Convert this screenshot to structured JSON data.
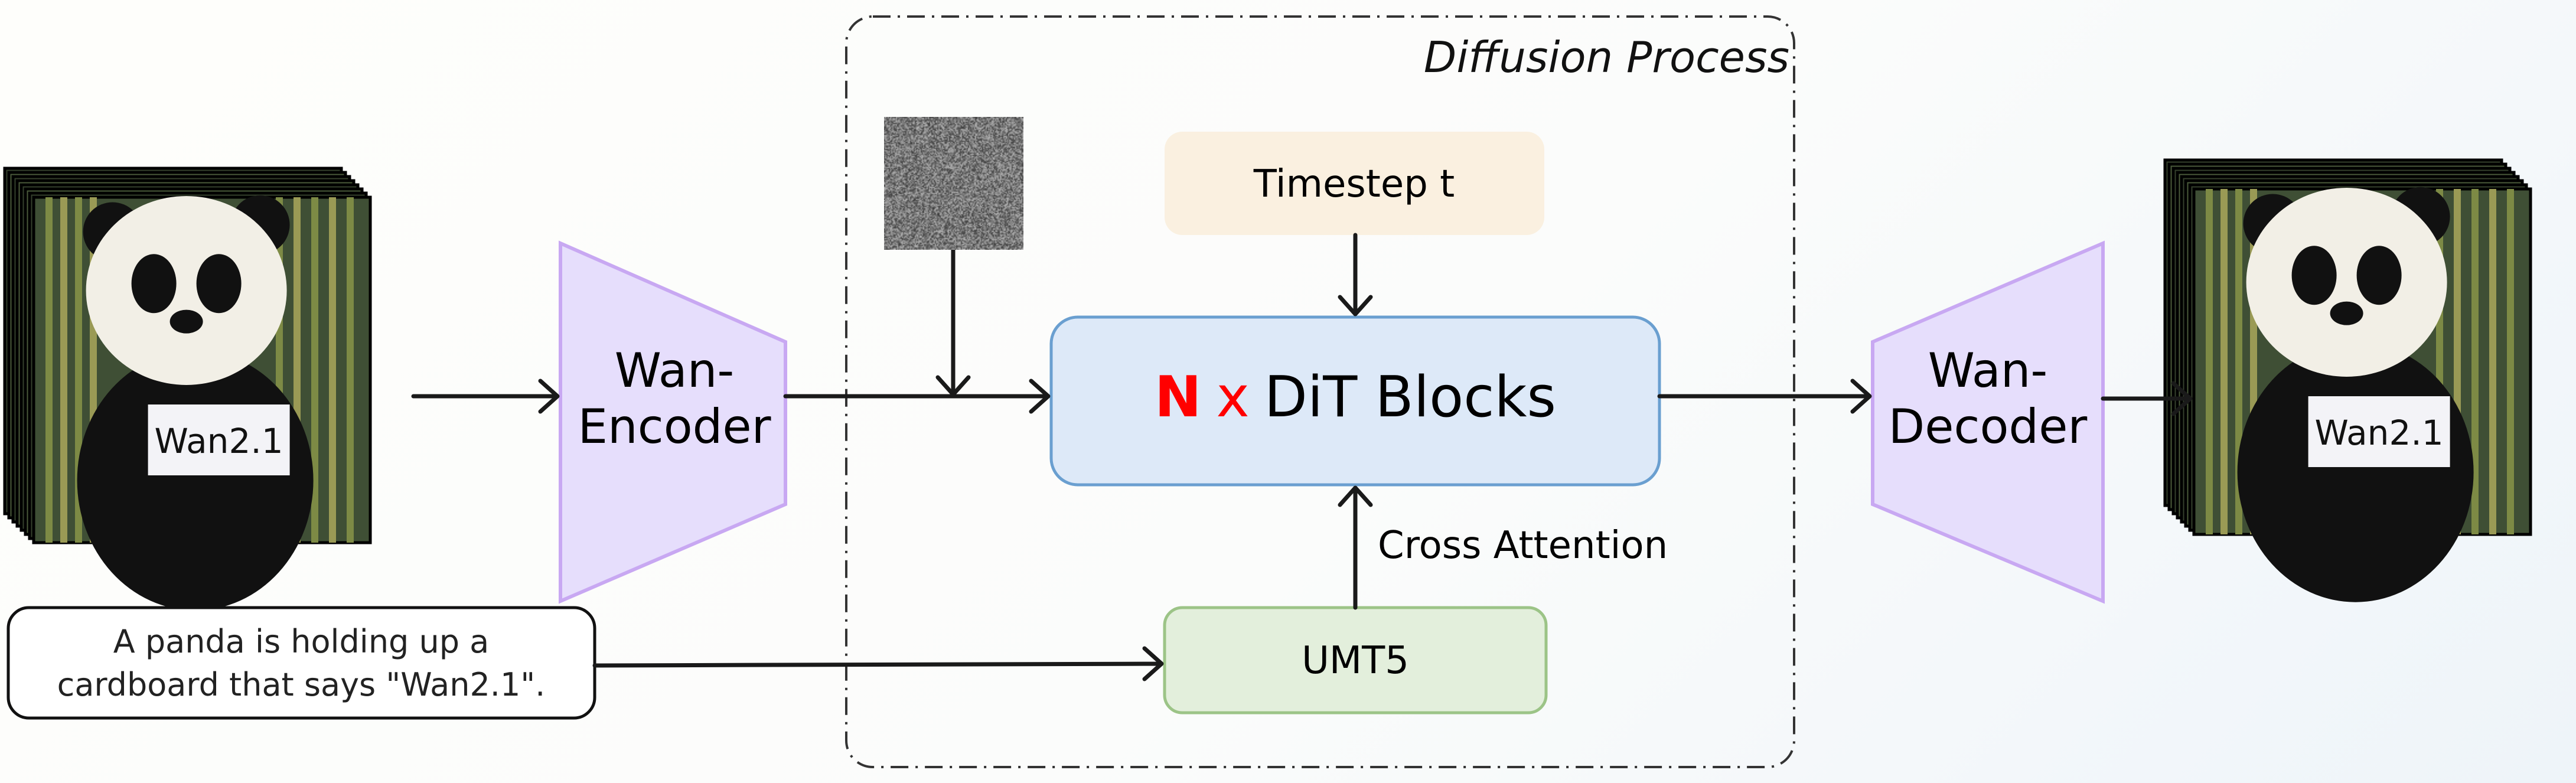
{
  "diffusion_process": {
    "label": "Diffusion Process"
  },
  "encoder": {
    "line1": "Wan-",
    "line2": "Encoder"
  },
  "decoder": {
    "line1": "Wan-",
    "line2": "Decoder"
  },
  "timestep": {
    "label": "Timestep t"
  },
  "dit": {
    "n": "N",
    "x": "x",
    "label": "DiT Blocks"
  },
  "cross_attention": {
    "label": "Cross Attention"
  },
  "umt5": {
    "label": "UMT5"
  },
  "prompt": {
    "line1": "A panda is holding up a",
    "line2": "cardboard that says \"Wan2.1\"."
  },
  "frames": {
    "sign_text": "Wan2.1"
  },
  "colors": {
    "encoder_fill": "#e6defc",
    "encoder_border": "#c8a8f2",
    "timestep_fill": "#faf0e0",
    "dit_fill": "#dde9f8",
    "dit_border": "#6a9fd0",
    "umt5_fill": "#e3efdc",
    "umt5_border": "#9cc487",
    "accent_red": "#ff0000"
  }
}
